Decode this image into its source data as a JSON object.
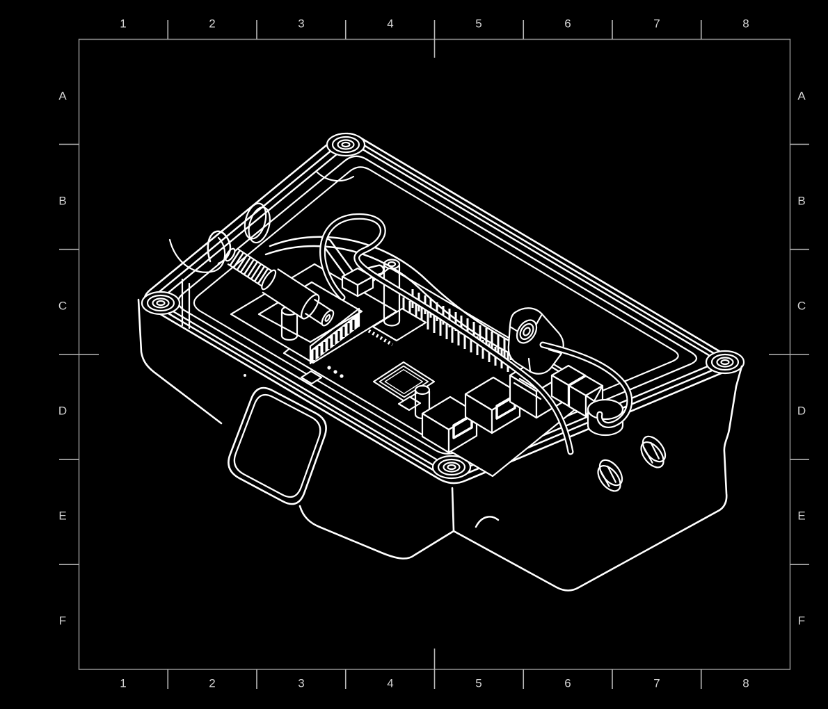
{
  "sheet": {
    "grid": {
      "columns": [
        "1",
        "2",
        "3",
        "4",
        "5",
        "6",
        "7",
        "8"
      ],
      "rows": [
        "A",
        "B",
        "C",
        "D",
        "E",
        "F"
      ]
    },
    "colors": {
      "background": "#000000",
      "border": "#949494",
      "ticks": "#b8b8b8",
      "labels": "#d4d4d4",
      "line_art": "#ffffff"
    }
  },
  "drawing": {
    "description": "Black-and-white isometric line-art cutaway of an open electronics enclosure: a single-board computer with GPIO pin header, USB and Ethernet ports sits inside a gasketed box with four corner screw bosses, a threaded sensor probe on a mounting bracket, a cable-gland nut, looping cables, a rounded display window protruding from the front-left wall and round cable holes in the lid ledge and right wall.",
    "components": [
      "enclosure-base",
      "rim-seal-groove",
      "corner-screw-bosses",
      "display-window-bezel",
      "lid-cable-hole",
      "side-wall-cable-holes",
      "single-board-computer",
      "gpio-pin-header",
      "main-processor-chip",
      "flat-flex-connector",
      "status-leds",
      "usb-ports",
      "ethernet-port",
      "terminal-blocks",
      "standoff-spacers",
      "threaded-sensor-probe",
      "probe-mounting-bracket",
      "cable-gland-nut",
      "power-connector-block",
      "wiring-loom"
    ]
  }
}
